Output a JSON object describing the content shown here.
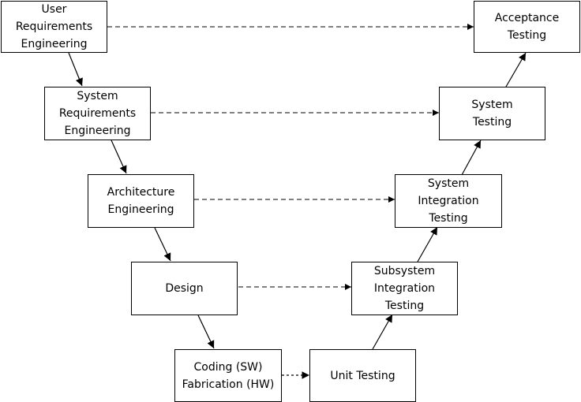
{
  "diagram": {
    "left_phases": [
      {
        "id": "user-req",
        "label": "User\nRequirements\nEngineering"
      },
      {
        "id": "system-req",
        "label": "System\nRequirements\nEngineering"
      },
      {
        "id": "architecture",
        "label": "Architecture\nEngineering"
      },
      {
        "id": "design",
        "label": "Design"
      },
      {
        "id": "coding",
        "label": "Coding (SW)\nFabrication (HW)"
      }
    ],
    "right_phases": [
      {
        "id": "acceptance",
        "label": "Acceptance\nTesting"
      },
      {
        "id": "system-testing",
        "label": "System\nTesting"
      },
      {
        "id": "system-integration",
        "label": "System\nIntegration\nTesting"
      },
      {
        "id": "subsystem-integration",
        "label": "Subsystem\nIntegration\nTesting"
      },
      {
        "id": "unit-testing",
        "label": "Unit Testing"
      }
    ]
  }
}
